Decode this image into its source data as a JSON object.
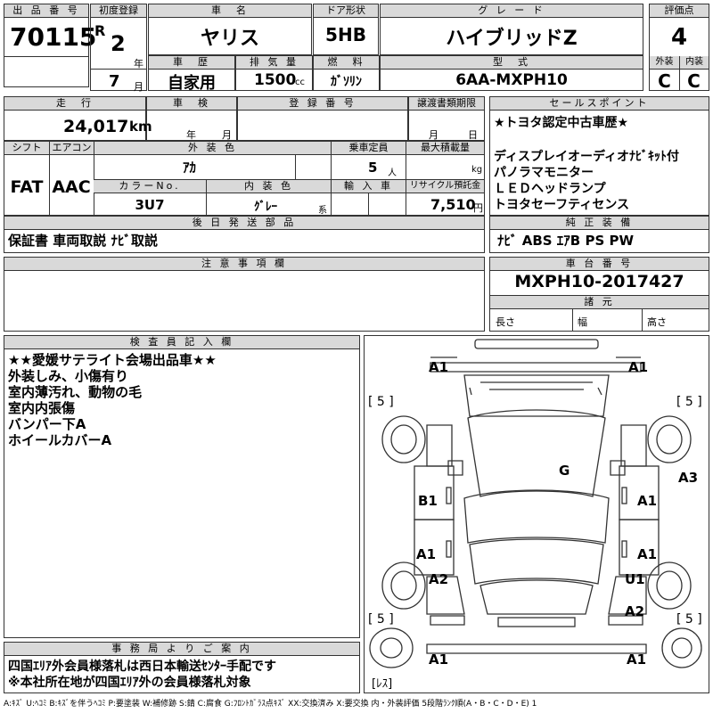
{
  "headers": {
    "lot": "出 品 番 号",
    "first_reg": "初度登録",
    "car_name": "車　名",
    "door": "ドア形状",
    "grade": "グ レ ー ド",
    "score": "評価点",
    "history": "車　歴",
    "displacement": "排 気 量",
    "fuel": "燃　料",
    "model": "型　式",
    "exterior": "外装",
    "interior": "内装",
    "mileage": "走　行",
    "inspection": "車　検",
    "reg_number": "登 録 番 号",
    "transfer": "譲渡書類期限",
    "sales_points": "セールスポイント",
    "shift": "シフト",
    "aircon": "エアコン",
    "ext_color": "外 装 色",
    "capacity": "乗車定員",
    "max_load": "最大積載量",
    "color_no": "カラーNo.",
    "int_color": "内 装 色",
    "import": "輸 入 車",
    "recycle": "リサイクル預託金",
    "later_parts": "後 日 発 送 部 品",
    "equipment": "純 正 装 備",
    "notes": "注 意 事 項 欄",
    "chassis": "車 台 番 号",
    "specs": "諸 元",
    "inspector": "検 査 員 記 入 欄",
    "office": "事 務 局 よ り ご 案 内"
  },
  "lot_number": "70115",
  "era": "R",
  "year": "2",
  "year_unit": "年",
  "month": "7",
  "month_unit": "月",
  "car_name": "ヤリス",
  "door_type": "5HB",
  "grade": "ハイブリッドZ",
  "score": "4",
  "exterior_score": "C",
  "interior_score": "C",
  "history": "自家用",
  "displacement": "1500",
  "displacement_unit": "cc",
  "fuel": "ｶﾞｿﾘﾝ",
  "model": "6AA-MXPH10",
  "mileage": "24,017",
  "mileage_unit": "km",
  "inspection_year_unit": "年",
  "inspection_month_unit": "月",
  "transfer_month_unit": "月",
  "transfer_day_unit": "日",
  "sales_points": [
    "★トヨタ認定中古車歴★",
    "",
    "ディスプレイオーディオﾅﾋﾞｷｯﾄ付",
    "パノラマモニター",
    "ＬＥＤヘッドランプ",
    "トヨタセーフティセンス"
  ],
  "shift": "FAT",
  "aircon": "AAC",
  "ext_color": "ｱｶ",
  "capacity": "5",
  "capacity_unit": "人",
  "max_load_unit": "kg",
  "color_no": "3U7",
  "int_color": "ｸﾞﾚｰ",
  "int_color_unit": "系",
  "recycle_fee": "7,510",
  "recycle_unit": "円",
  "later_parts": "保証書 車両取説 ﾅﾋﾞ取説",
  "equipment": "ﾅﾋﾞ ABS ｴｱB PS PW",
  "chassis_number": "MXPH10-2017427",
  "spec_length": "長さ",
  "spec_width": "幅",
  "spec_height": "高さ",
  "inspector_notes": [
    "★★愛媛サテライト会場出品車★★",
    "外装しみ、小傷有り",
    "室内薄汚れ、動物の毛",
    "室内内張傷",
    "バンパー下A",
    "ホイールカバーA"
  ],
  "office_notes": [
    "四国ｴﾘｱ外会員様落札は西日本輸送ｾﾝﾀｰ手配です",
    "※本社所在地が四国ｴﾘｱ外の会員様落札対象"
  ],
  "legend": "A:ｷｽﾞ U:ﾍｺﾐ B:ｷｽﾞを伴うﾍｺﾐ P:要塗装 W:補修跡 S:錆 C:腐食 G:ﾌﾛﾝﾄｶﾞﾗｽ点ｷｽﾞ XX:交換済み X:要交換 内・外装評価 5段階ﾗﾝｸ順(A・B・C・D・E) 1",
  "diagram": {
    "tire_label": "[ 5 ]",
    "spare_label": "[ﾚｽ]",
    "marks": {
      "front_left": "A1",
      "front_right": "A1",
      "windshield": "G",
      "left_front_door": "B1",
      "right_front_door": "A1",
      "right_fender": "A3",
      "left_rear_door": "A1",
      "right_rear_door": "A1",
      "left_quarter": "A2",
      "right_quarter": "U1",
      "right_rear": "A2",
      "rear_left": "A1",
      "rear_right": "A1"
    }
  }
}
